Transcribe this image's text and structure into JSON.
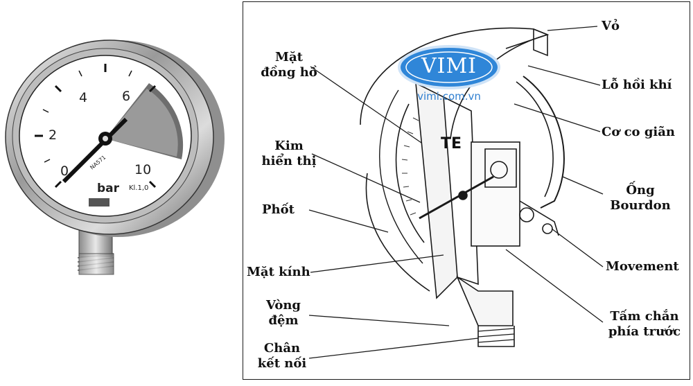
{
  "brand": {
    "logo_text": "VIMI",
    "website": "vimi.com.vn",
    "logo_color": "#2f86d8"
  },
  "gauge": {
    "unit": "bar",
    "accuracy_class": "Kl.1,0",
    "model": "NA571",
    "scale_numbers": [
      "0",
      "2",
      "4",
      "6",
      "10"
    ]
  },
  "labels": {
    "cover": "Vỏ",
    "breather": "Lỗ hồi khí",
    "movement_spring": "Cơ co giãn",
    "bourdon": [
      "Ống",
      "Bourdon"
    ],
    "movement": "Movement",
    "front_plate": [
      "Tấm chắn",
      "phía trước"
    ],
    "dial": [
      "Mặt",
      "đồng hồ"
    ],
    "pointer": [
      "Kim",
      "hiển thị"
    ],
    "seal": "Phốt",
    "window": "Mặt kính",
    "gasket": [
      "Vòng",
      "đệm"
    ],
    "connection": [
      "Chân",
      "kết nối"
    ]
  }
}
